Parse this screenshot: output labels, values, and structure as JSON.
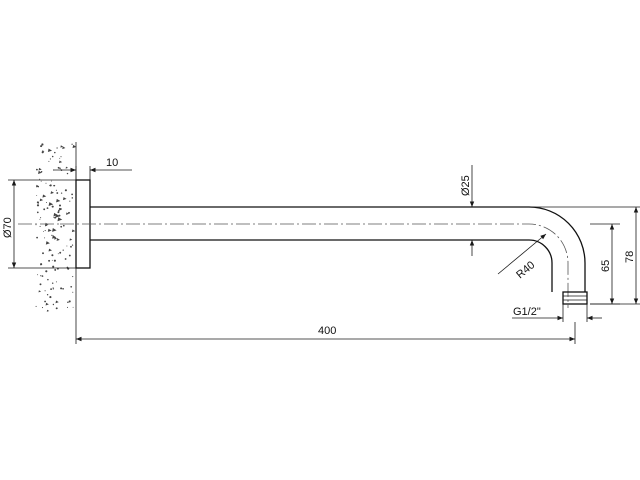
{
  "dimensions": {
    "flange_thickness": "10",
    "flange_diameter": "Ø70",
    "pipe_diameter": "Ø25",
    "bend_radius": "R40",
    "drop_to_outlet": "65",
    "total_drop": "78",
    "thread": "G1/2\"",
    "arm_length": "400"
  },
  "colors": {
    "line": "#1a1a1a",
    "centerline": "#555555",
    "background": "#ffffff"
  }
}
